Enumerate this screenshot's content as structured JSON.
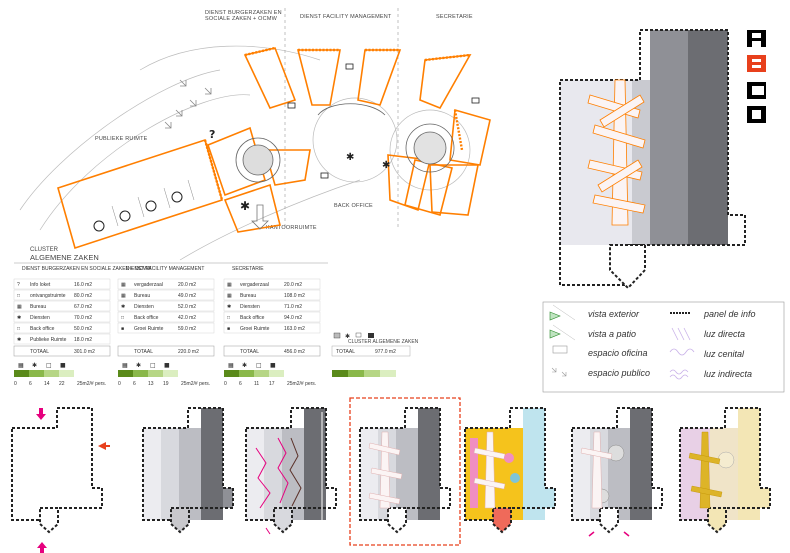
{
  "plan": {
    "dept_burgerzaken": "DIENST BURGERZAKEN EN\nSOCIALE ZAKEN + OCMW",
    "dept_facility": "DIENST FACILITY MANAGEMENT",
    "dept_secretarie": "SECRETARIE",
    "publieke_ruimte": "PUBLIEKE RUIMTE",
    "back_office": "BACK OFFICE",
    "kantoorruimte": "KANTOORRUIMTE"
  },
  "cluster": {
    "label": "CLUSTER",
    "title": "ALGEMENE ZAKEN",
    "tables": [
      {
        "header": "DIENST BURGERZAKEN EN SOCIALE ZAKEN + OCMW",
        "rows": [
          {
            "icon": "?",
            "name": "Info loket",
            "value": "16.0 m2"
          },
          {
            "icon": "□",
            "name": "ontvangstruimte",
            "value": "80.0 m2"
          },
          {
            "icon": "▦",
            "name": "Bureau",
            "value": "67.0 m2"
          },
          {
            "icon": "✱",
            "name": "Diensten",
            "value": "70.0 m2"
          },
          {
            "icon": "□",
            "name": "Back office",
            "value": "50.0 m2"
          },
          {
            "icon": "✱",
            "name": "Publieke Ruimte",
            "value": "18.0 m2"
          }
        ],
        "total_label": "TOTAAL",
        "total": "301.0 m2",
        "scale": [
          "0",
          "6",
          "14",
          "22",
          "25m2/# pers."
        ]
      },
      {
        "header": "DIENST FACILITY MANAGEMENT",
        "rows": [
          {
            "icon": "▦",
            "name": "vergaderzaal",
            "value": "20.0 m2"
          },
          {
            "icon": "▦",
            "name": "Bureau",
            "value": "49.0 m2"
          },
          {
            "icon": "✱",
            "name": "Diensten",
            "value": "52.0 m2"
          },
          {
            "icon": "□",
            "name": "Back office",
            "value": "42.0 m2"
          },
          {
            "icon": "■",
            "name": "Groei Ruimte",
            "value": "59.0 m2"
          }
        ],
        "total_label": "TOTAAL",
        "total": "220.0 m2",
        "scale": [
          "0",
          "6",
          "13",
          "19",
          "25m2/# pers."
        ]
      },
      {
        "header": "SECRETARIE",
        "rows": [
          {
            "icon": "▦",
            "name": "vergaderzaal",
            "value": "20.0 m2"
          },
          {
            "icon": "▦",
            "name": "Bureau",
            "value": "108.0 m2"
          },
          {
            "icon": "✱",
            "name": "Diensten",
            "value": "71.0 m2"
          },
          {
            "icon": "□",
            "name": "Back office",
            "value": "94.0 m2"
          },
          {
            "icon": "■",
            "name": "Groei Ruimte",
            "value": "163.0 m2"
          }
        ],
        "total_label": "TOTAAL",
        "total": "456.0 m2",
        "scale": [
          "0",
          "6",
          "11",
          "17",
          "25m2/# pers."
        ]
      }
    ],
    "cluster_total_label": "CLUSTER ALGEMENE ZAKEN",
    "cluster_total": "977.0 m2"
  },
  "variants": [
    "A",
    "B",
    "C",
    "D"
  ],
  "active_variant": "B",
  "legend": {
    "vista_exterior": "vista exterior",
    "vista_patio": "vista a patio",
    "espacio_oficina": "espacio oficina",
    "espacio_publico": "espacio publico",
    "panel_info": "panel de info",
    "luz_directa": "luz directa",
    "luz_cenital": "luz cenital",
    "luz_indirecta": "luz indirecta"
  },
  "colors": {
    "accent": "#ff7f00",
    "highlight_frame": "#e8401c",
    "marker_pink": "#e6007e",
    "marker_red": "#e8401c",
    "yellow_zone": "#f5c31c",
    "pale_yellow": "#f3e6b5",
    "light_blue": "#bfe4ee"
  }
}
